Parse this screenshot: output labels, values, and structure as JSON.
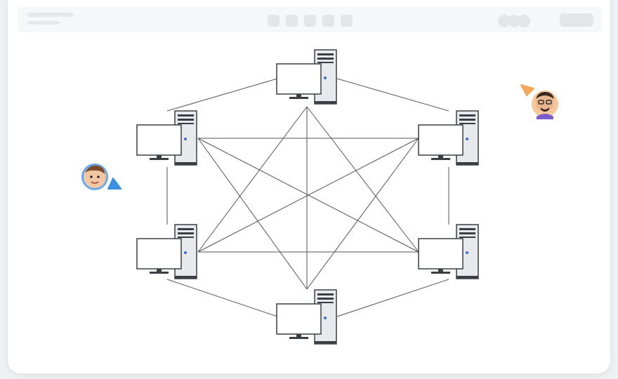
{
  "colors": {
    "background": "#ffffff",
    "link_line": "#555555",
    "monitor_outline": "#3b3f45",
    "tower_fill": "#e7e9ec",
    "tower_outline": "#3b3f45",
    "power_led": "#3b6fd9",
    "cursor_left": "#3d8fe6",
    "cursor_right": "#f4a85a"
  },
  "icons": {
    "node_icon": "desktop-computer-icon",
    "collaborator_cursor": "pointer-arrow-icon",
    "collaborator_avatar": "avatar-icon"
  },
  "diagram": {
    "type": "mesh-network-topology",
    "nodes": [
      "top",
      "upper-left",
      "upper-right",
      "lower-left",
      "lower-right",
      "bottom"
    ],
    "links": [
      [
        "top",
        "upper-left"
      ],
      [
        "top",
        "upper-right"
      ],
      [
        "top",
        "lower-left"
      ],
      [
        "top",
        "lower-right"
      ],
      [
        "top",
        "bottom"
      ],
      [
        "upper-left",
        "upper-right"
      ],
      [
        "upper-left",
        "lower-left"
      ],
      [
        "upper-left",
        "lower-right"
      ],
      [
        "upper-left",
        "bottom"
      ],
      [
        "upper-right",
        "lower-left"
      ],
      [
        "upper-right",
        "lower-right"
      ],
      [
        "upper-right",
        "bottom"
      ],
      [
        "lower-left",
        "lower-right"
      ],
      [
        "lower-left",
        "bottom"
      ],
      [
        "lower-right",
        "bottom"
      ]
    ]
  }
}
